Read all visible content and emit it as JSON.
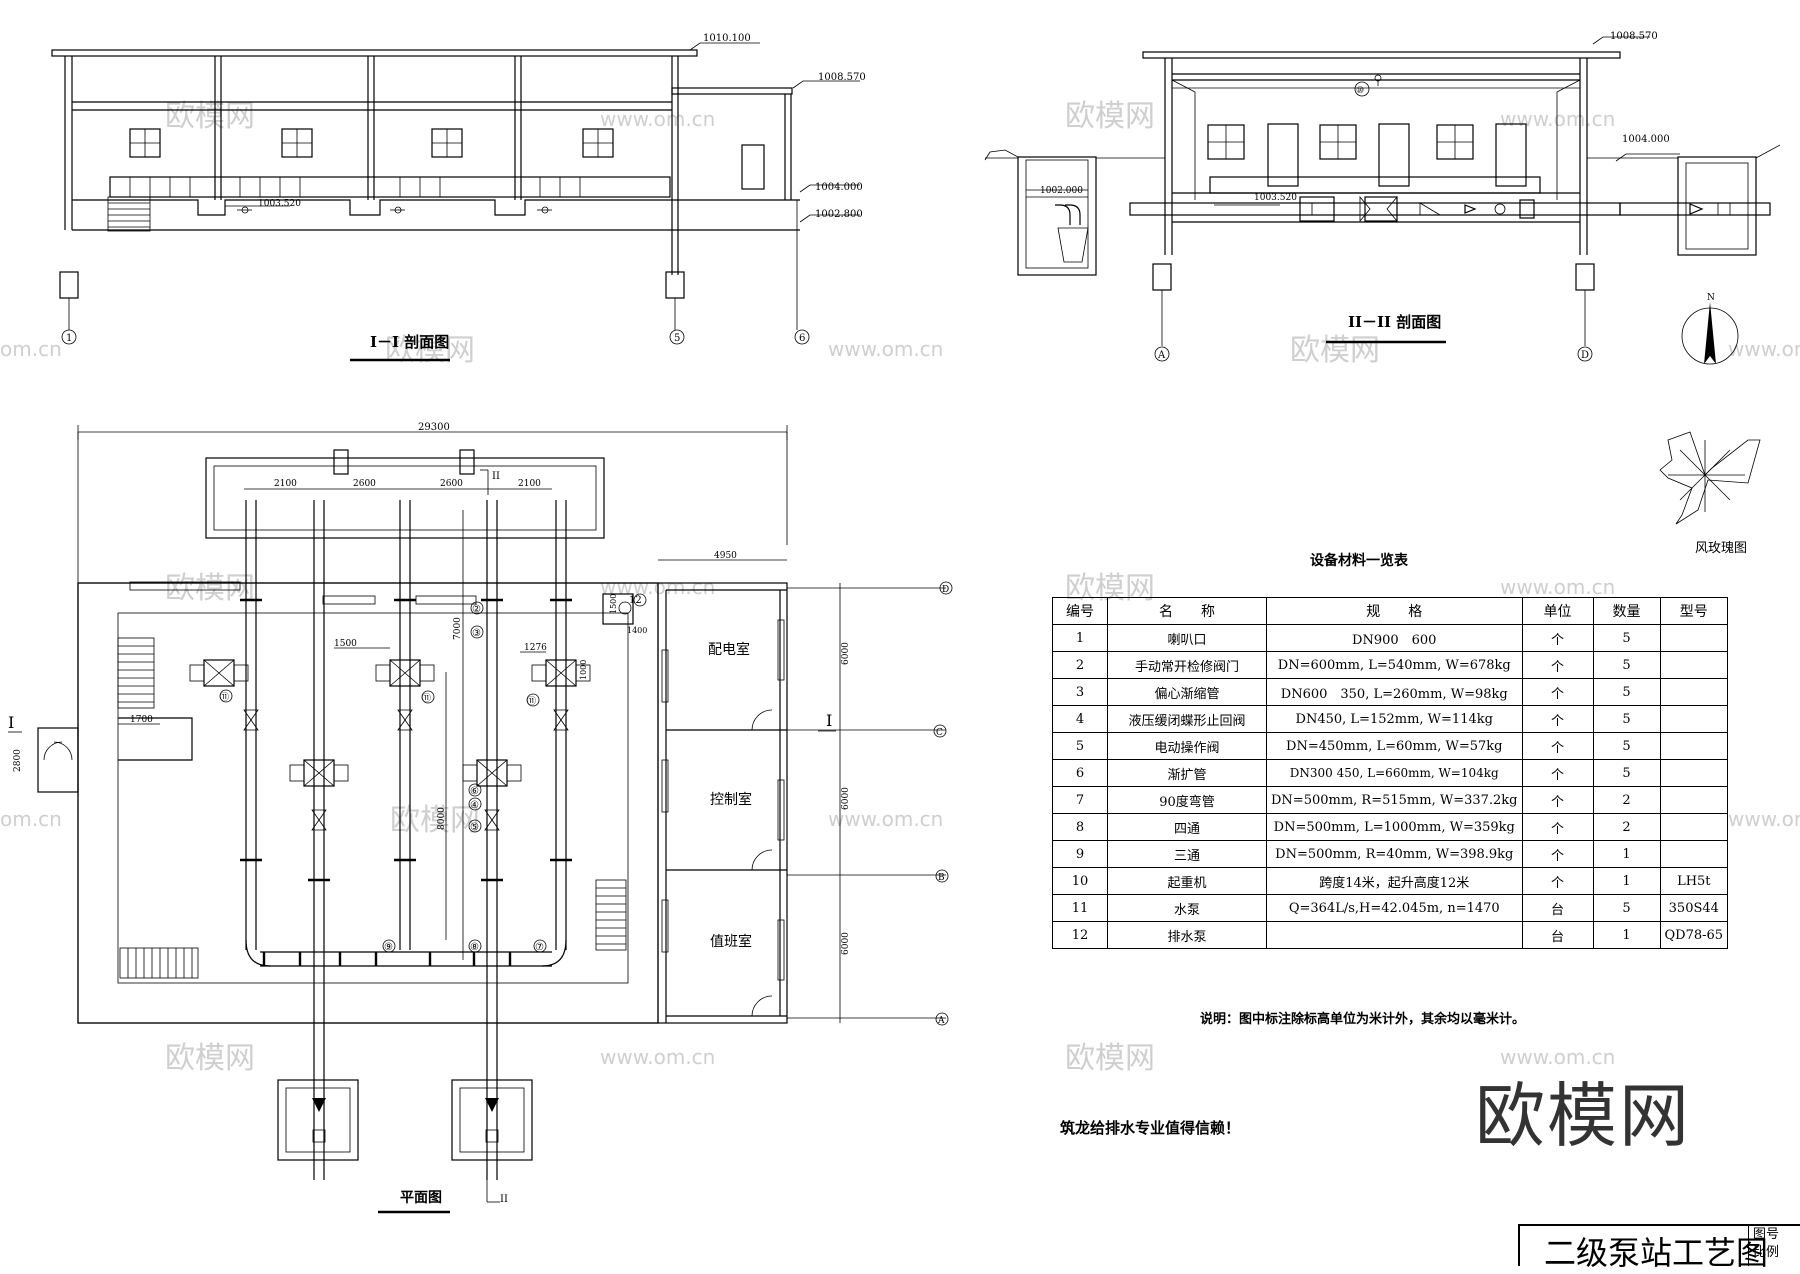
{
  "sections": {
    "section1_title": "I－I 剖面图",
    "section2_title": "II－II 剖面图",
    "plan_title": "平面图",
    "windrose_title": "风玫瑰图",
    "north": "N"
  },
  "elevations": {
    "e1010_100": "1010.100",
    "e1008_570a": "1008.570",
    "e1004_000a": "1004.000",
    "e1002_800": "1002.800",
    "e1003_520a": "1003.520",
    "e1008_570b": "1008.570",
    "e1004_000b": "1004.000",
    "e1002_000": "1002.000",
    "e1003_520b": "1003.520"
  },
  "axes": {
    "a1": "1",
    "a5": "5",
    "a6": "6",
    "aA": "A",
    "aD": "D",
    "pD": "D",
    "pC": "C",
    "pB": "B",
    "pA": "A"
  },
  "dims": {
    "d29300": "29300",
    "d2100a": "2100",
    "d2600a": "2600",
    "d2600b": "2600",
    "d2100b": "2100",
    "d4950": "4950",
    "d1500a": "1500",
    "d1400": "1400",
    "d1500b": "1500",
    "d1276": "1276",
    "d1000": "1000",
    "d7000": "7000",
    "d8000": "8000",
    "d1700": "1700",
    "d2800": "2800",
    "d6000a": "6000",
    "d6000b": "6000",
    "d6000c": "6000"
  },
  "cut_marks": {
    "c1_left": "I",
    "c1_right": "I",
    "c2_top": "II",
    "c2_bottom": "II"
  },
  "rooms": {
    "r1": "配电室",
    "r2": "控制室",
    "r3": "值班室"
  },
  "markers": {
    "m2": "②",
    "m3": "③",
    "m6": "⑥",
    "m4": "④",
    "m5": "⑤",
    "m9": "⑨",
    "m8": "⑧",
    "m7": "⑦",
    "m10": "⑩",
    "m11a": "⑪",
    "m11b": "⑪",
    "m11c": "⑪",
    "m12": "12"
  },
  "table": {
    "title": "设备材料一览表",
    "headers": [
      "编号",
      "名　　称",
      "规　　格",
      "单位",
      "数量",
      "型号"
    ],
    "rows": [
      [
        "1",
        "喇叭口",
        "DN900　600",
        "个",
        "5",
        ""
      ],
      [
        "2",
        "手动常开检修阀门",
        "DN=600mm, L=540mm, W=678kg",
        "个",
        "5",
        ""
      ],
      [
        "3",
        "偏心渐缩管",
        "DN600　350, L=260mm, W=98kg",
        "个",
        "5",
        ""
      ],
      [
        "4",
        "液压缓闭蝶形止回阀",
        "DN450, L=152mm, W=114kg",
        "个",
        "5",
        ""
      ],
      [
        "5",
        "电动操作阀",
        "DN=450mm, L=60mm, W=57kg",
        "个",
        "5",
        ""
      ],
      [
        "6",
        "渐扩管",
        "DN300 450, L=660mm, W=104kg",
        "个",
        "5",
        ""
      ],
      [
        "7",
        "90度弯管",
        "DN=500mm, R=515mm, W=337.2kg",
        "个",
        "2",
        ""
      ],
      [
        "8",
        "四通",
        "DN=500mm, L=1000mm, W=359kg",
        "个",
        "2",
        ""
      ],
      [
        "9",
        "三通",
        "DN=500mm, R=40mm, W=398.9kg",
        "个",
        "1",
        ""
      ],
      [
        "10",
        "起重机",
        "跨度14米，起升高度12米",
        "个",
        "1",
        "LH5t"
      ],
      [
        "11",
        "水泵",
        "Q=364L/s,H=42.045m, n=1470",
        "台",
        "5",
        "350S44"
      ],
      [
        "12",
        "排水泵",
        "",
        "台",
        "1",
        "QD78-65"
      ]
    ]
  },
  "note": "说明：图中标注除标高单位为米计外，其余均以毫米计。",
  "slogan": "筑龙给排水专业值得信赖！",
  "brand": "欧模网",
  "watermark": {
    "cn": "欧模网",
    "url": "www.om.cn",
    "short": "om.cn"
  },
  "titleblock": {
    "title": "二级泵站工艺图",
    "f1": "图号",
    "f2": "比例"
  }
}
